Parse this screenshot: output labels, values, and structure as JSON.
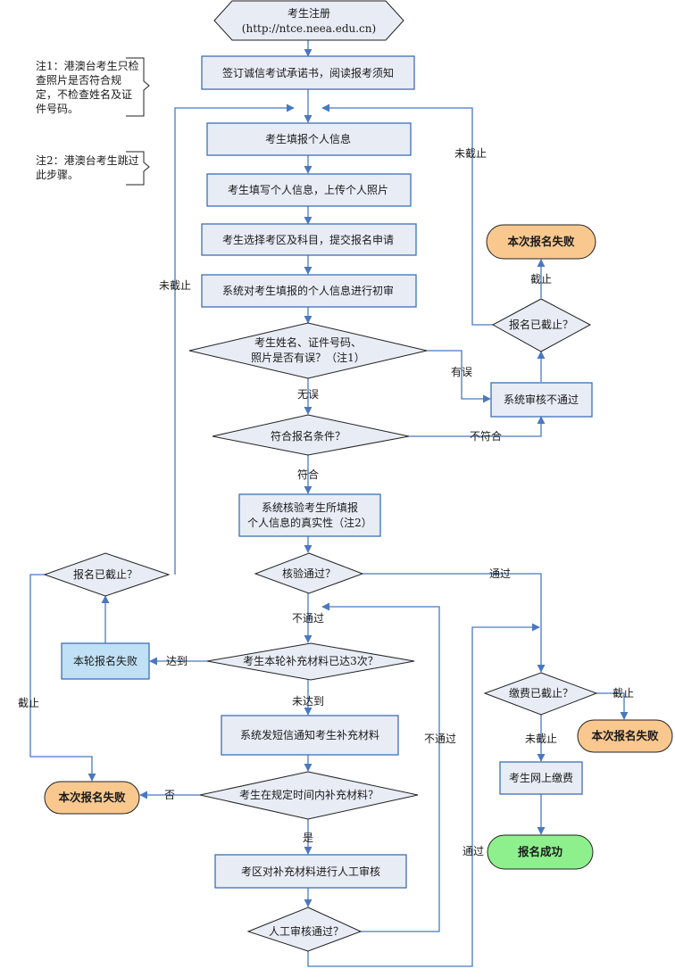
{
  "start": {
    "title": "考生注册",
    "url": "(http://ntce.neea.edu.cn)"
  },
  "notes": {
    "note1": [
      "注1：港澳台考生只检",
      "查照片是否符合规",
      "定，不检查姓名及证",
      "件号码。"
    ],
    "note2": [
      "注2：港澳台考生跳过",
      "此步骤。"
    ]
  },
  "steps": {
    "s1": "签订诚信考试承诺书，阅读报考须知",
    "s2": "考生填报个人信息",
    "s3": "考生填写个人信息，上传个人照片",
    "s4": "考生选择考区及科目，提交报名申请",
    "s5": "系统对考生填报的个人信息进行初审",
    "s6": [
      "系统核验考生所填报",
      "个人信息的真实性（注2）"
    ],
    "s7": "系统发短信通知考生补充材料",
    "s8": "考区对补充材料进行人工审核",
    "reject": "系统审核不通过",
    "round_fail": "本轮报名失败",
    "pay": "考生网上缴费"
  },
  "decisions": {
    "d1": [
      "考生姓名、证件号码、",
      "照片是否有误？（注1）"
    ],
    "d2": "符合报名条件？",
    "d3": "核验通过？",
    "d4": "考生本轮补充材料已达3次？",
    "d5": "考生在规定时间内补充材料？",
    "d6": "人工审核通过？",
    "closed_right": "报名已截止？",
    "closed_left": "报名已截止？",
    "pay_closed": "缴费已截止？"
  },
  "terminals": {
    "fail_top": "本次报名失败",
    "fail_left": "本次报名失败",
    "fail_right": "本次报名失败",
    "success": "报名成功"
  },
  "labels": {
    "not_closed_right": "未截止",
    "not_closed_left": "未截止",
    "closed_right": "截止",
    "has_error": "有误",
    "no_error": "无误",
    "not_meet": "不符合",
    "meet": "符合",
    "pass": "通过",
    "not_pass": "不通过",
    "reached": "达到",
    "not_reached": "未达到",
    "closed_left": "截止",
    "no": "否",
    "yes": "是",
    "not_pass_loop": "不通过",
    "pass_loop": "通过",
    "pay_closed": "截止",
    "pay_not_closed": "未截止"
  }
}
